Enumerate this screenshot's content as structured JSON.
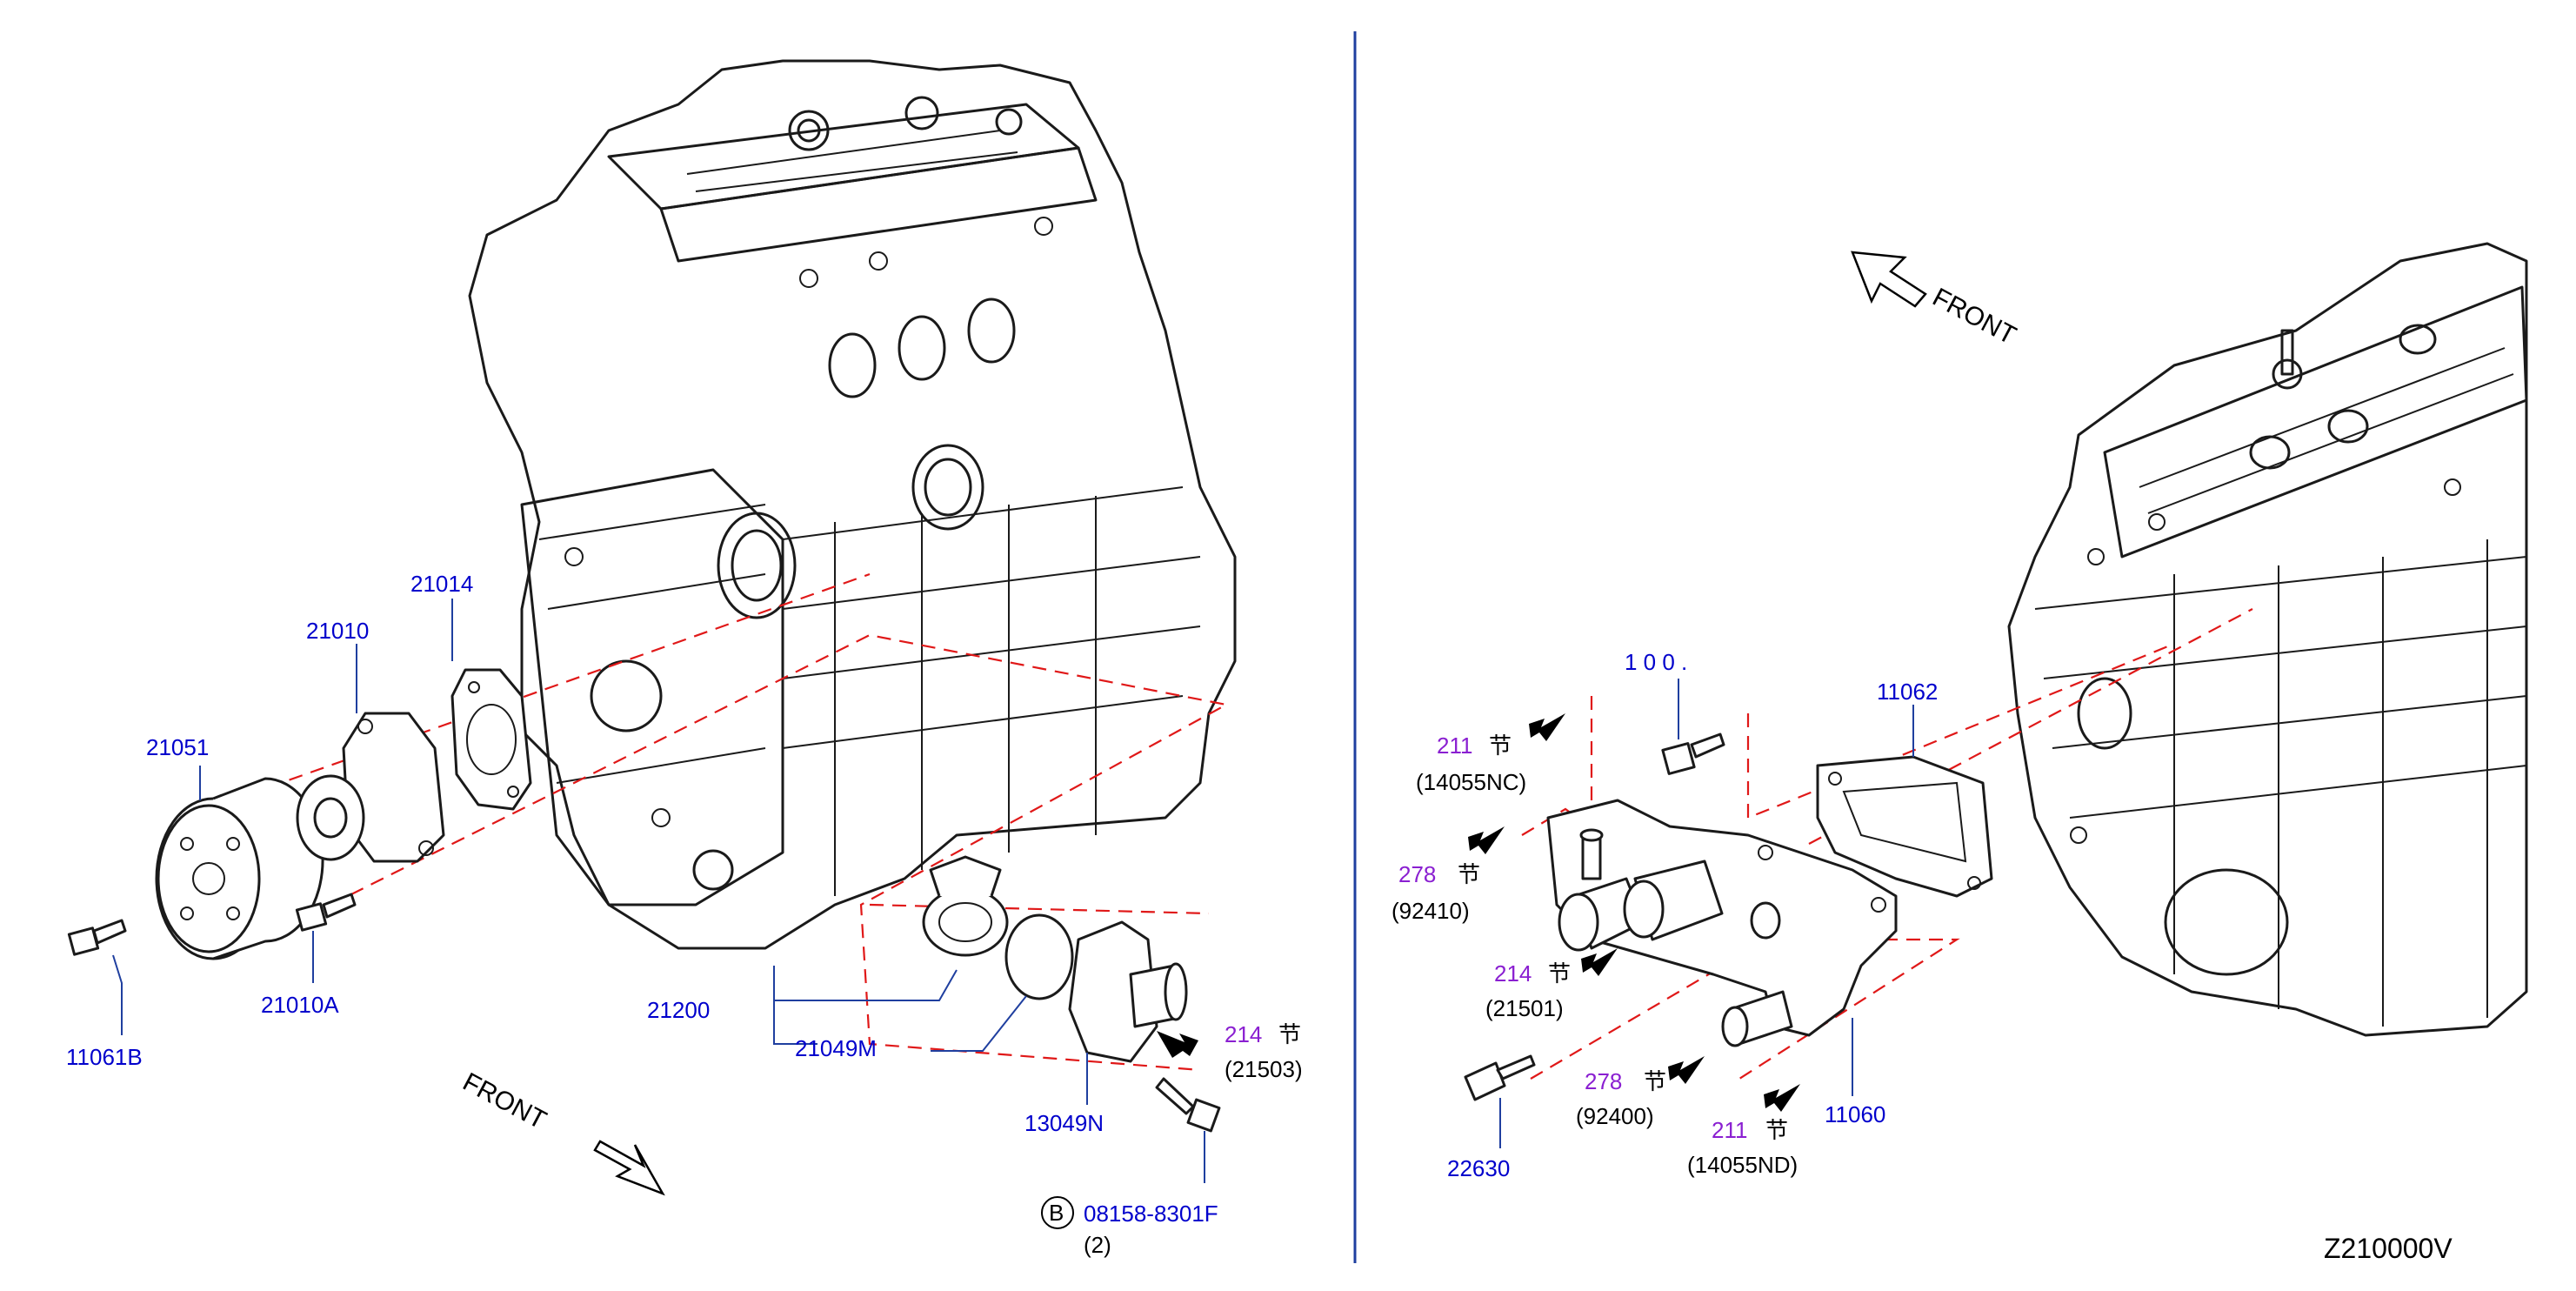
{
  "left_panel": {
    "parts": {
      "p21014": "21014",
      "p21010": "21010",
      "p21051": "21051",
      "p11061B": "11061B",
      "p21010A": "21010A",
      "p21200": "21200",
      "p21049M": "21049M",
      "p13049N": "13049N",
      "p08158": "08158-8301F",
      "qty": "(2)",
      "bolt_badge": "B"
    },
    "refs": {
      "sect": "214",
      "mark": "节",
      "code": "(21503)"
    },
    "front_label": "FRONT"
  },
  "right_panel": {
    "parts": {
      "p11060_top": "1  0 0 .",
      "p11062": "11062",
      "p22630": "22630",
      "p11060": "11060"
    },
    "refs": [
      {
        "sect": "211",
        "mark": "节",
        "code": "(14055NC)"
      },
      {
        "sect": "278",
        "mark": "节",
        "code": "(92410)"
      },
      {
        "sect": "214",
        "mark": "节",
        "code": "(21501)"
      },
      {
        "sect": "278",
        "mark": "节",
        "code": "(92400)"
      },
      {
        "sect": "211",
        "mark": "节",
        "code": "(14055ND)"
      }
    ],
    "front_label": "FRONT"
  },
  "diagram_code": "Z210000V",
  "colors": {
    "part_link": "#0000cc",
    "section_ref": "#8a1fd1",
    "dashed_line": "#e01818",
    "divider": "#1f3f9f"
  }
}
